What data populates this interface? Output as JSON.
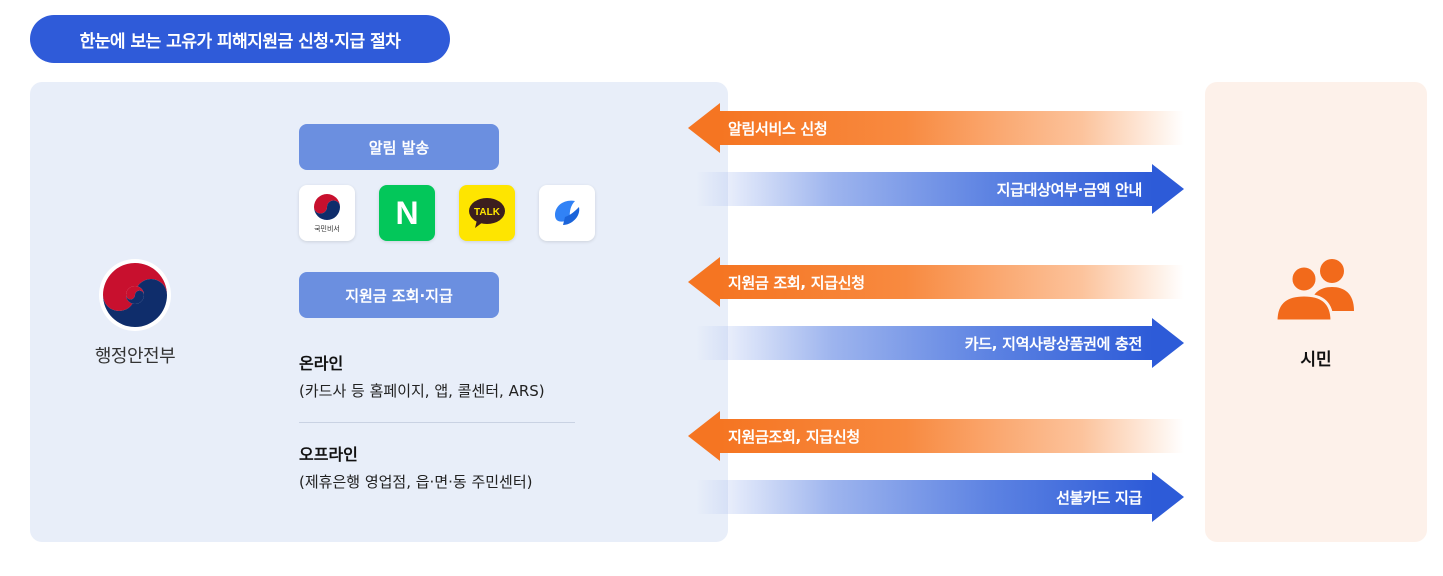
{
  "title": "한눈에 보는 고유가 피해지원금 신청·지급 절차",
  "ministry": {
    "name": "행정안전부"
  },
  "alert": {
    "label": "알림 발송",
    "apps": [
      {
        "name": "government-app",
        "caption": "국민비서"
      },
      {
        "name": "naver",
        "glyph": "N"
      },
      {
        "name": "kakaotalk",
        "glyph": "TALK"
      },
      {
        "name": "toss"
      }
    ]
  },
  "inquiry": {
    "label": "지원금 조회·지급"
  },
  "online": {
    "title": "온라인",
    "desc": "(카드사 등 홈페이지, 앱, 콜센터, ARS)"
  },
  "offline": {
    "title": "오프라인",
    "desc": "(제휴은행 영업점, 읍·면·동 주민센터)"
  },
  "flows": [
    {
      "direction": "to-ministry",
      "label": "알림서비스 신청"
    },
    {
      "direction": "to-citizen",
      "label": "지급대상여부·금액 안내"
    },
    {
      "direction": "to-ministry",
      "label": "지원금 조회, 지급신청"
    },
    {
      "direction": "to-citizen",
      "label": "카드, 지역사랑상품권에 충전"
    },
    {
      "direction": "to-ministry",
      "label": "지원금조회, 지급신청"
    },
    {
      "direction": "to-citizen",
      "label": "선불카드 지급"
    }
  ],
  "citizen": {
    "label": "시민"
  },
  "colors": {
    "title_bg": "#2f5bd9",
    "ministry_panel": "#e8eef9",
    "citizen_panel": "#fdf1ea",
    "section_pill": "#6b8fe0",
    "to_ministry_arrow": "#f57522",
    "to_citizen_arrow": "#2d5bd8",
    "citizen_icon": "#f26a1b"
  }
}
